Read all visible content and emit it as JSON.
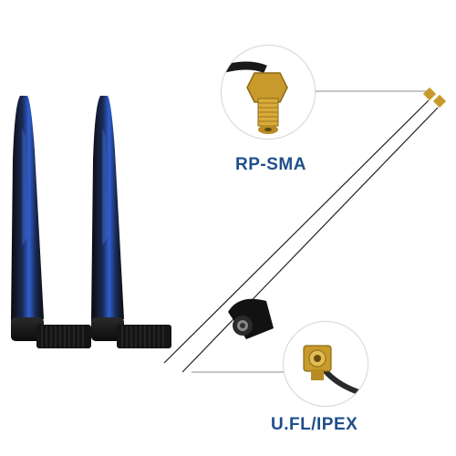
{
  "labels": {
    "connector_top": "RP-SMA",
    "connector_bottom": "U.FL/IPEX"
  },
  "colors": {
    "label_text": "#1f4f8a",
    "antenna_body": "#141414",
    "antenna_highlight": "#2f5fd0",
    "connector_gold": "#c79a2b",
    "cable": "#222222"
  },
  "icons": {
    "antenna_left": "dipole-antenna",
    "antenna_right": "dipole-antenna",
    "connector_top": "rp-sma-connector",
    "connector_bottom": "ufl-ipex-connector"
  }
}
